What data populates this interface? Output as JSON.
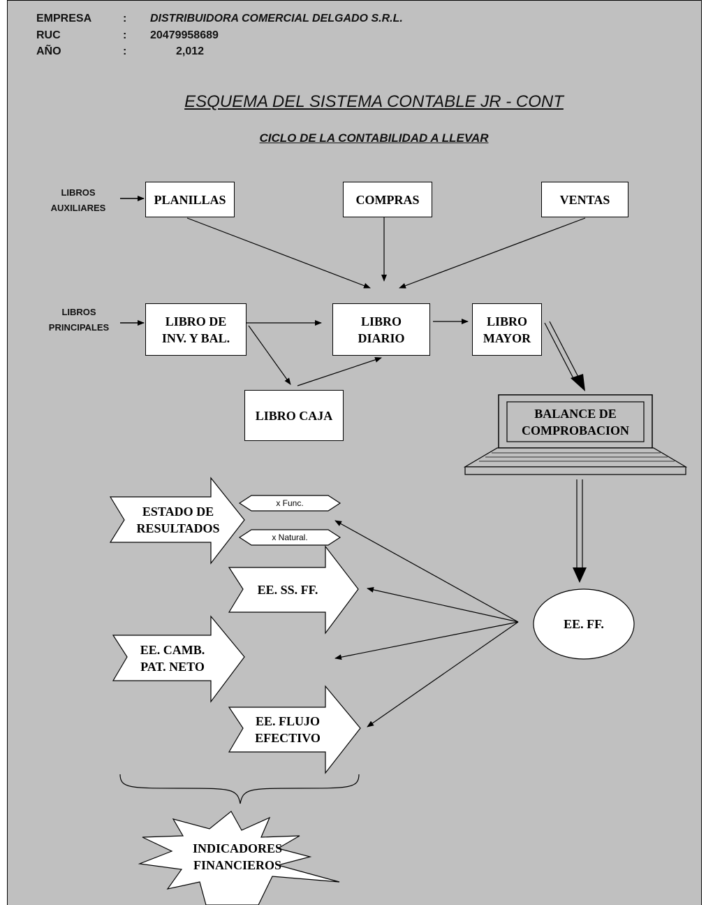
{
  "header": {
    "empresa_label": "EMPRESA",
    "empresa_value": "DISTRIBUIDORA COMERCIAL DELGADO S.R.L.",
    "ruc_label": "RUC",
    "ruc_value": "20479958689",
    "anio_label": "AÑO",
    "anio_value": "2,012",
    "separator": ":"
  },
  "title": "ESQUEMA DEL SISTEMA CONTABLE JR - CONT",
  "subtitle": "CICLO DE LA CONTABILIDAD A LLEVAR",
  "side_labels": {
    "auxiliares_1": "LIBROS",
    "auxiliares_2": "AUXILIARES",
    "principales_1": "LIBROS",
    "principales_2": "PRINCIPALES"
  },
  "boxes": {
    "planillas": "PLANILLAS",
    "compras": "COMPRAS",
    "ventas": "VENTAS",
    "inv_bal_1": "LIBRO DE",
    "inv_bal_2": "INV. Y BAL.",
    "diario_1": "LIBRO",
    "diario_2": "DIARIO",
    "mayor_1": "LIBRO",
    "mayor_2": "MAYOR",
    "caja": "LIBRO CAJA",
    "balance_1": "BALANCE DE",
    "balance_2": "COMPROBACION",
    "eeff": "EE. FF."
  },
  "statements": {
    "resultados_1": "ESTADO DE",
    "resultados_2": "RESULTADOS",
    "func": "x Func.",
    "natural": "x Natural.",
    "eessff": "EE. SS. FF.",
    "camb_1": "EE. CAMB.",
    "camb_2": "PAT. NETO",
    "flujo_1": "EE. FLUJO",
    "flujo_2": "EFECTIVO"
  },
  "indicadores_1": "INDICADORES",
  "indicadores_2": "FINANCIEROS",
  "colors": {
    "page_background": "#c0c0c0",
    "box_fill": "#ffffff",
    "line": "#000000"
  }
}
